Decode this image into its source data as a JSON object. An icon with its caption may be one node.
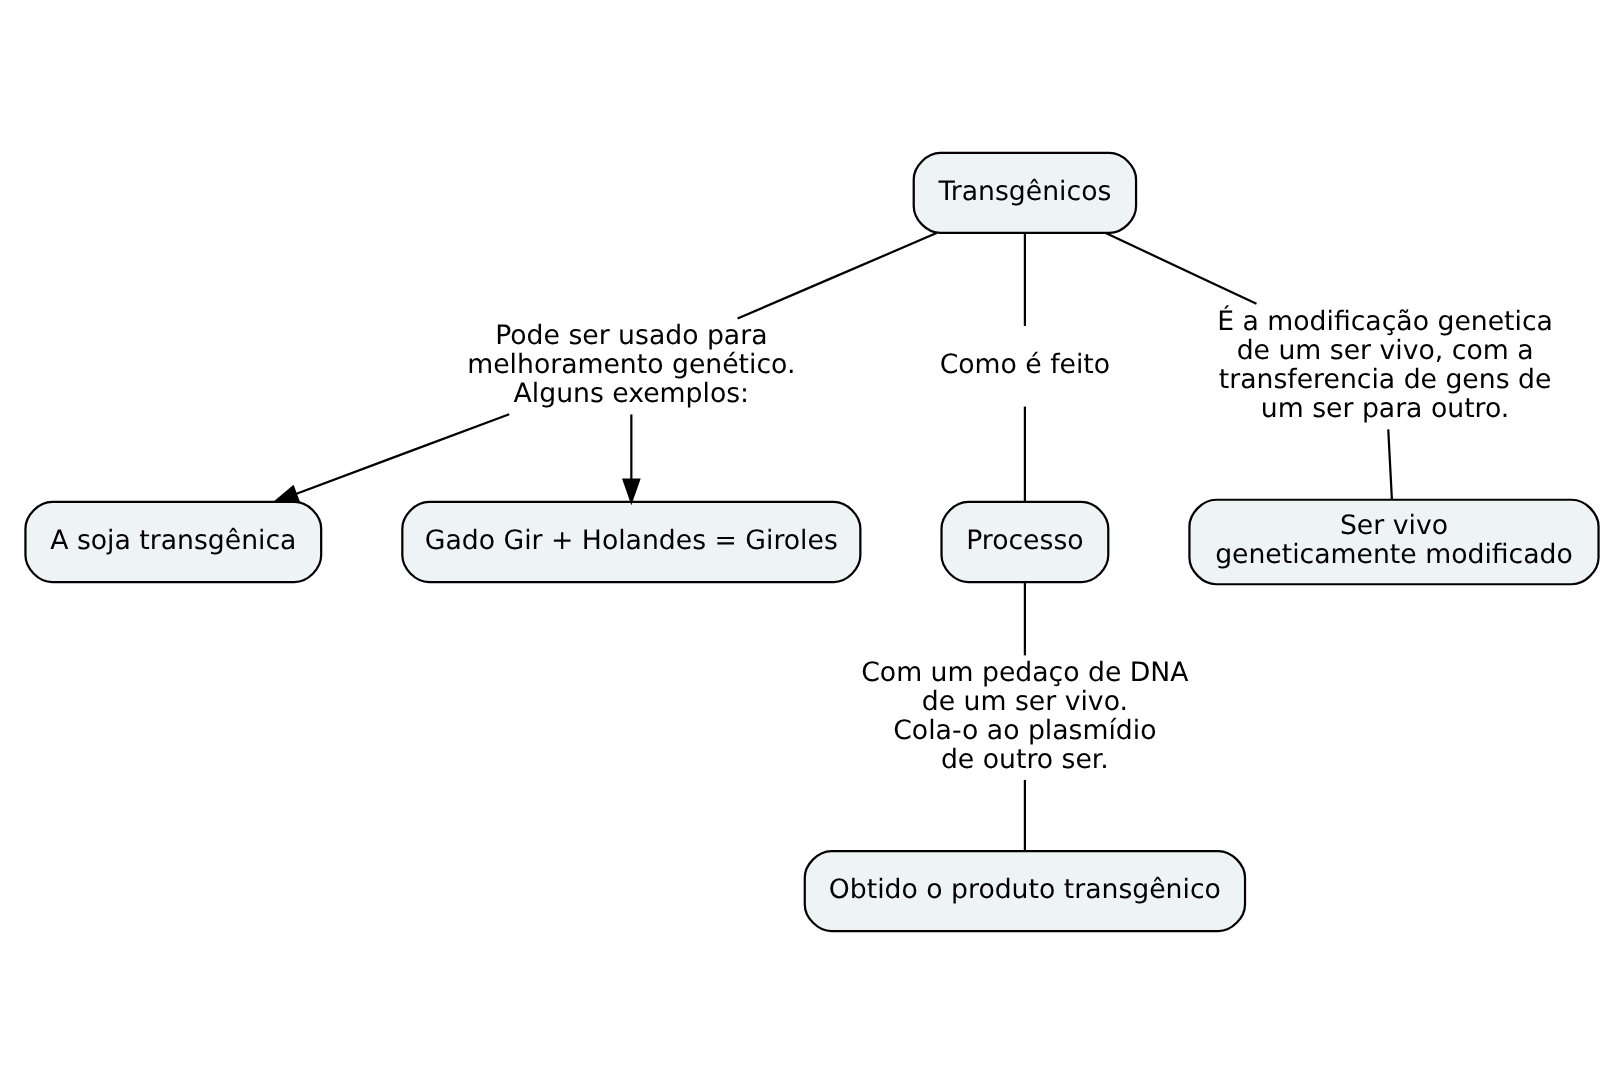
{
  "diagram": {
    "nodes": [
      {
        "text": [
          "Transgênicos"
        ]
      },
      {
        "text": [
          "Pode ser usado para melhoramento genético. Alguns exemplos:"
        ]
      },
      {
        "text": [
          "A soja transgênica"
        ]
      },
      {
        "text": [
          "Gado Gir + Holandes = Giroles"
        ]
      },
      {
        "text": [
          "Como é feito"
        ]
      },
      {
        "text": [
          "Processo"
        ]
      },
      {
        "text": [
          "É a modificação genetica de um ser vivo, com a transferencia de gens de um ser para outro."
        ]
      },
      {
        "text": [
          "Ser vivo geneticamente modificado"
        ]
      },
      {
        "text": [
          "Com um pedaço de DNA de um ser vivo. Cola-o ao plasmídio de outro ser."
        ]
      },
      {
        "text": [
          "Obtido o produto transgênico"
        ]
      }
    ],
    "edges": [
      {
        "from": 0,
        "to": 1,
        "arrow": "none"
      },
      {
        "from": 1,
        "to": 2,
        "arrow": "to"
      },
      {
        "from": 1,
        "to": 3,
        "arrow": "to"
      },
      {
        "from": 0,
        "to": 4,
        "arrow": "none"
      },
      {
        "from": 4,
        "to": 5,
        "arrow": "none"
      },
      {
        "from": 0,
        "to": 6,
        "arrow": "none"
      },
      {
        "from": 6,
        "to": 7,
        "arrow": "none"
      },
      {
        "from": 5,
        "to": 8,
        "arrow": "none"
      },
      {
        "from": 8,
        "to": 9,
        "arrow": "none"
      }
    ]
  }
}
